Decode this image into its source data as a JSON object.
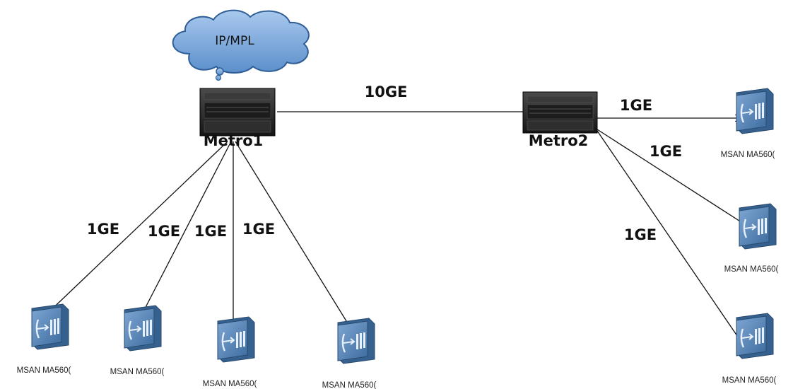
{
  "cloud": {
    "label": "IP/MPL"
  },
  "metros": [
    {
      "id": "metro1",
      "label": "Metro1"
    },
    {
      "id": "metro2",
      "label": "Metro2"
    }
  ],
  "links": {
    "core": {
      "label": "10GE"
    },
    "metro1": [
      {
        "label": "1GE"
      },
      {
        "label": "1GE"
      },
      {
        "label": "1GE"
      },
      {
        "label": "1GE"
      }
    ],
    "metro2": [
      {
        "label": "1GE"
      },
      {
        "label": "1GE"
      },
      {
        "label": "1GE"
      }
    ]
  },
  "msan_nodes": [
    {
      "label": "MSAN MA560("
    },
    {
      "label": "MSAN MA560("
    },
    {
      "label": "MSAN MA560("
    },
    {
      "label": "MSAN MA560("
    },
    {
      "label": "MSAN MA560("
    },
    {
      "label": "MSAN MA560("
    },
    {
      "label": "MSAN MA560("
    }
  ],
  "colors": {
    "cloud_fill": "#6fa2d8",
    "cloud_stroke": "#2f5e96",
    "router_body": "#2a2a2a",
    "msan_fill": "#4f7fb3",
    "line": "#111111"
  },
  "icons": {
    "cloud": "cloud-icon",
    "router": "router-icon",
    "msan": "msan-icon"
  }
}
